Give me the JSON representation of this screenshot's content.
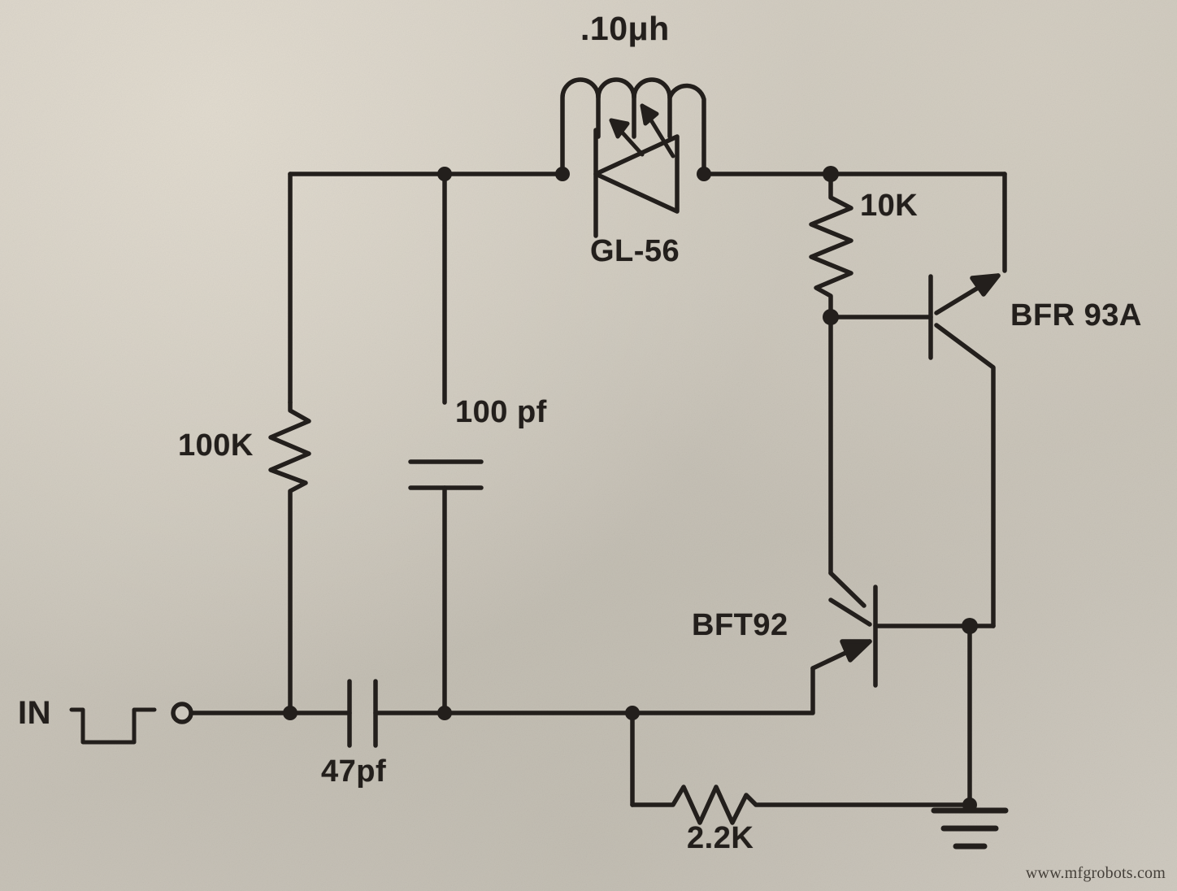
{
  "document": {
    "title": "RF amplifier / optocoupler schematic",
    "type": "hand-photographed circuit schematic",
    "watermark": "www.mfgrobots.com",
    "background_color": "#cbc6bc",
    "ink_color": "#231f1c"
  },
  "labels": {
    "inductor": ".10μh",
    "led": "GL-56",
    "r_bias_top": "10K",
    "transistor_q1": "BFR 93A",
    "transistor_q2": "BFT92",
    "r_input": "100K",
    "c_tank": "100 pf",
    "c_coupling": "47pf",
    "r_emitter": "2.2K",
    "input_terminal": "IN"
  },
  "components": [
    {
      "ref": "L1",
      "type": "inductor",
      "value": ".10μh",
      "name": "inductor-10uh"
    },
    {
      "ref": "D1",
      "type": "led",
      "value": "GL-56",
      "name": "led-gl56"
    },
    {
      "ref": "R1",
      "type": "resistor",
      "value": "100K",
      "name": "resistor-100k"
    },
    {
      "ref": "C1",
      "type": "capacitor",
      "value": "100 pf",
      "name": "capacitor-100pf"
    },
    {
      "ref": "C2",
      "type": "capacitor",
      "value": "47pf",
      "name": "capacitor-47pf"
    },
    {
      "ref": "R2",
      "type": "resistor",
      "value": "10K",
      "name": "resistor-10k"
    },
    {
      "ref": "R3",
      "type": "resistor",
      "value": "2.2K",
      "name": "resistor-2k2"
    },
    {
      "ref": "Q1",
      "type": "transistor",
      "value": "BFR 93A",
      "name": "transistor-bfr93a"
    },
    {
      "ref": "Q2",
      "type": "transistor",
      "value": "BFT92",
      "name": "transistor-bft92"
    },
    {
      "ref": "J1",
      "type": "terminal",
      "value": "IN",
      "name": "input-terminal"
    },
    {
      "ref": "GND",
      "type": "ground",
      "value": "",
      "name": "ground-symbol"
    }
  ]
}
